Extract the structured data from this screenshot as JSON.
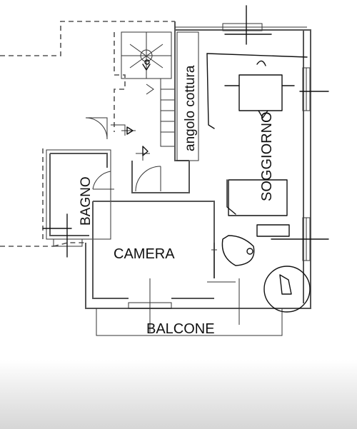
{
  "rooms": {
    "kitchen": "angolo cottura",
    "living": "SOGGIORNO",
    "bathroom": "BAGNO",
    "bedroom": "CAMERA",
    "balcony": "BALCONE"
  },
  "colors": {
    "paper": "#ffffff",
    "wall": "#555555",
    "line": "#333333",
    "ink": "#111111",
    "fade": "#d9d9d9"
  }
}
